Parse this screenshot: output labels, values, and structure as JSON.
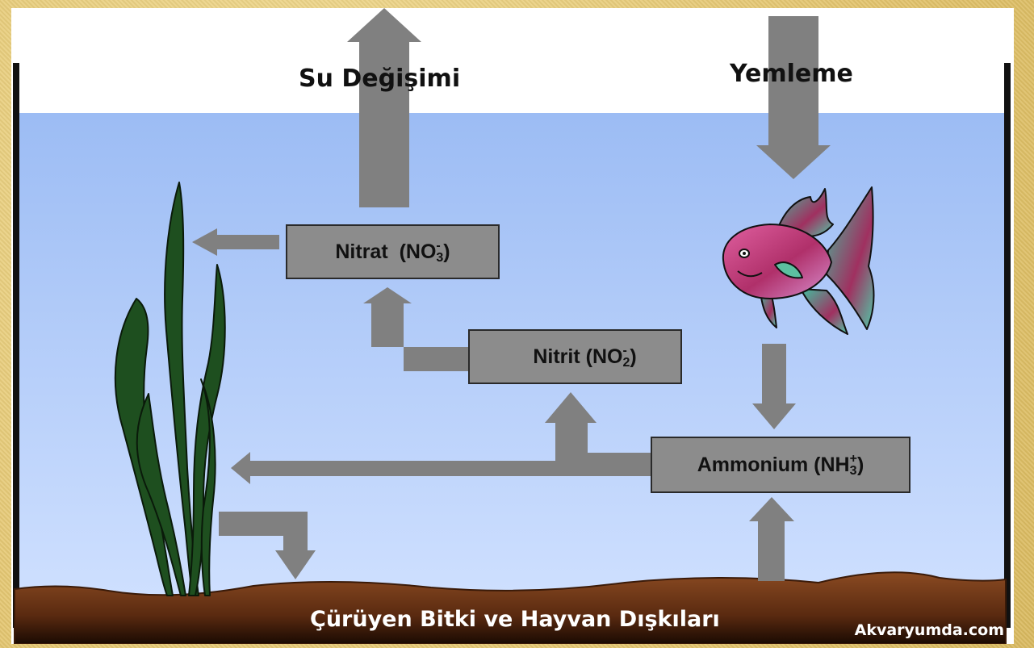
{
  "labels": {
    "water_change": "Su Değişimi",
    "feeding": "Yemleme",
    "substrate": "Çürüyen Bitki ve Hayvan Dışkıları",
    "credit": "Akvaryumda.com"
  },
  "nodes": {
    "nitrate": {
      "name": "Nitrat",
      "formula": "NO",
      "sub": "3",
      "sup": "-"
    },
    "nitrite": {
      "name": "Nitrit",
      "formula": "NO",
      "sub": "2",
      "sup": "-"
    },
    "ammonium": {
      "name": "Ammonium",
      "formula": "NH",
      "sub": "3",
      "sup": "+"
    }
  },
  "colors": {
    "water_top": "#a4c2f6",
    "water_bottom": "#c6dbff",
    "arrow": "#808080",
    "box": "#8c8c8c",
    "soil": "#7a3f1c",
    "plant": "#1e4f1f"
  }
}
